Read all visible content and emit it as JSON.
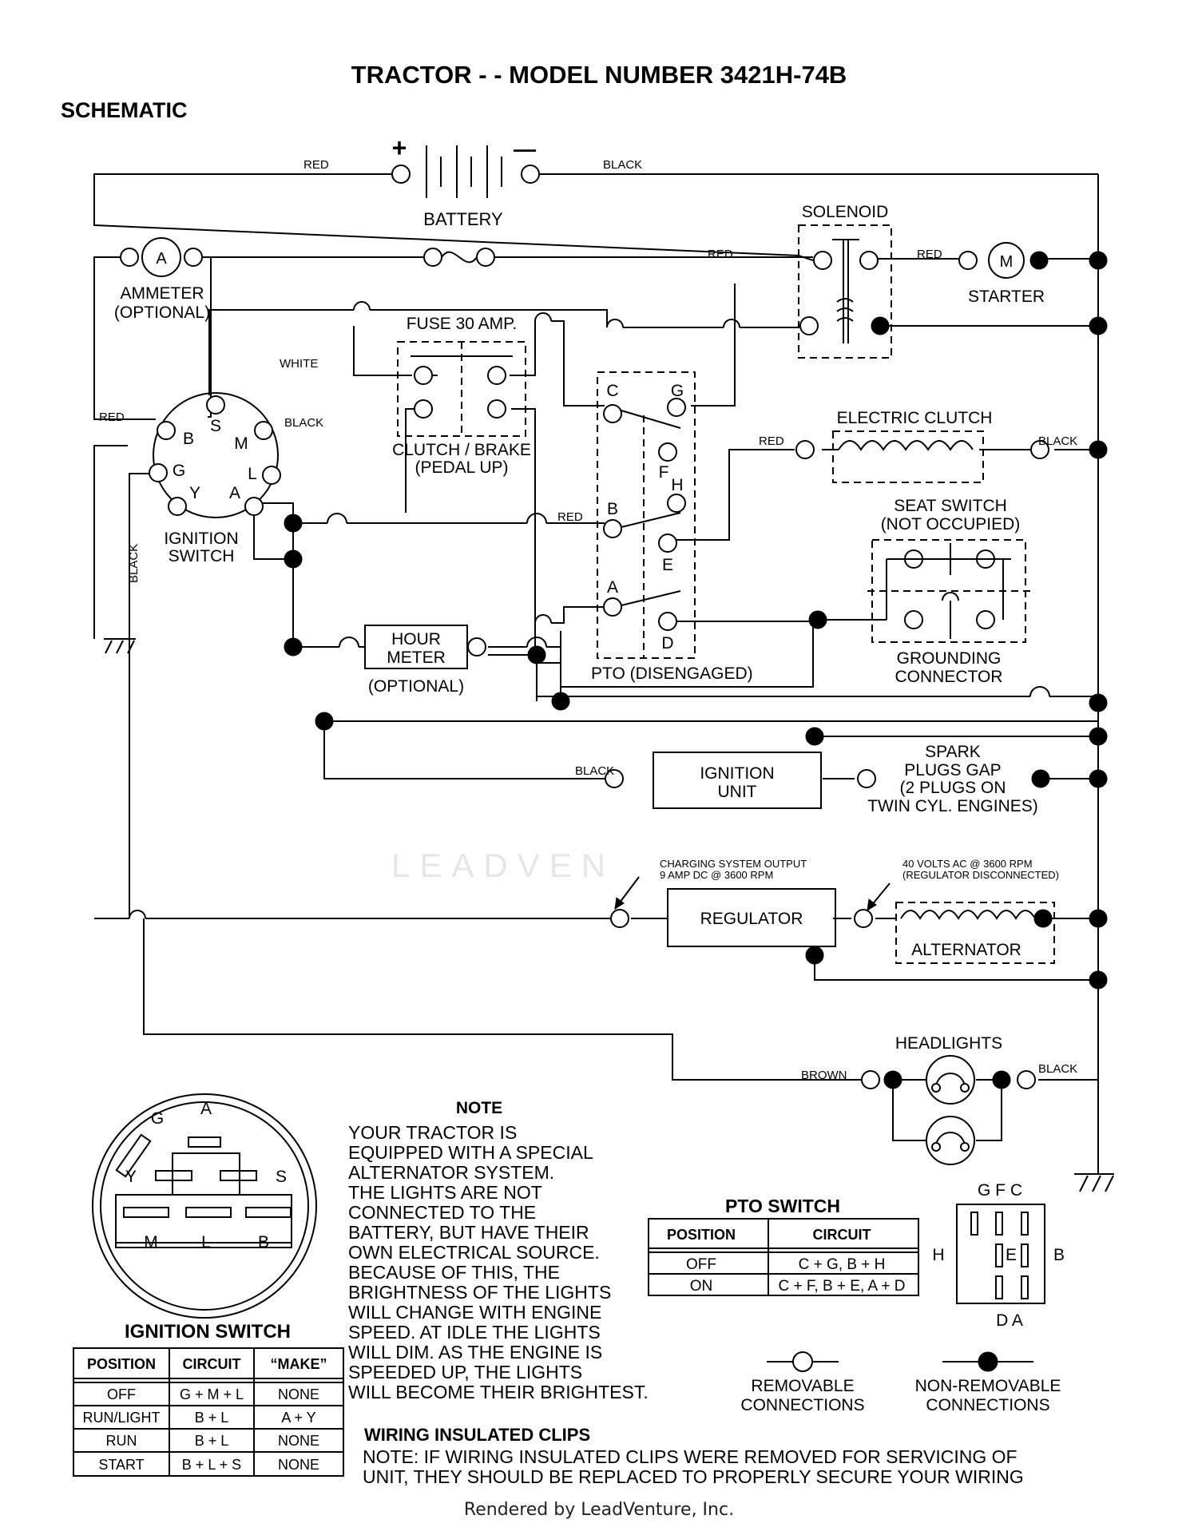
{
  "title": "TRACTOR - - MODEL NUMBER 3421H-74B",
  "subtitle": "SCHEMATIC",
  "watermark": "LEADVEN",
  "footer": "Rendered by LeadVenture, Inc.",
  "battery": {
    "label": "BATTERY",
    "plus": "+",
    "minus": "—"
  },
  "solenoid": "SOLENOID",
  "starter": {
    "label": "STARTER",
    "symbol": "M"
  },
  "ammeter": {
    "label1": "AMMETER",
    "label2": "(OPTIONAL)",
    "symbol": "A"
  },
  "fuse": "FUSE 30 AMP.",
  "clutch_brake": {
    "label1": "CLUTCH / BRAKE",
    "label2": "(PEDAL UP)"
  },
  "electric_clutch": "ELECTRIC CLUTCH",
  "seat_switch": {
    "label1": "SEAT SWITCH",
    "label2": "(NOT OCCUPIED)"
  },
  "grounding": {
    "label1": "GROUNDING",
    "label2": "CONNECTOR"
  },
  "ignition_switch_label": {
    "label1": "IGNITION",
    "label2": "SWITCH"
  },
  "ign_terminals": {
    "B": "B",
    "S": "S",
    "M": "M",
    "G": "G",
    "L": "L",
    "Y": "Y",
    "A": "A"
  },
  "pto_terminals": {
    "C": "C",
    "G": "G",
    "F": "F",
    "H": "H",
    "B": "B",
    "E": "E",
    "A": "A",
    "D": "D"
  },
  "pto_label": "PTO (DISENGAGED)",
  "hour_meter": {
    "label1": "HOUR",
    "label2": "METER",
    "label3": "(OPTIONAL)"
  },
  "ignition_unit": {
    "label1": "IGNITION",
    "label2": "UNIT"
  },
  "spark": {
    "line1": "SPARK",
    "line2": "PLUGS GAP",
    "line3": "(2 PLUGS ON",
    "line4": "TWIN CYL. ENGINES)"
  },
  "regulator": "REGULATOR",
  "alternator": "ALTERNATOR",
  "charging": {
    "line1": "CHARGING SYSTEM OUTPUT",
    "line2": "9 AMP DC @ 3600 RPM"
  },
  "alt_volts": {
    "line1": "40 VOLTS AC @ 3600 RPM",
    "line2": "(REGULATOR DISCONNECTED)"
  },
  "headlights": "HEADLIGHTS",
  "wire_colors": {
    "red": "RED",
    "black": "BLACK",
    "white": "WHITE",
    "brown": "BROWN"
  },
  "note": {
    "heading": "NOTE",
    "lines": [
      "YOUR TRACTOR IS",
      "EQUIPPED WITH A SPECIAL",
      "ALTERNATOR SYSTEM.",
      "THE LIGHTS ARE NOT",
      "CONNECTED TO THE",
      "BATTERY, BUT HAVE THEIR",
      "OWN ELECTRICAL SOURCE.",
      "BECAUSE OF THIS, THE",
      "BRIGHTNESS OF THE LIGHTS",
      "WILL CHANGE WITH ENGINE",
      "SPEED.  AT IDLE THE LIGHTS",
      "WILL DIM.  AS THE ENGINE IS",
      "SPEEDED UP, THE LIGHTS",
      "WILL BECOME THEIR BRIGHTEST."
    ]
  },
  "pto_switch_table": {
    "title": "PTO SWITCH",
    "headers": [
      "POSITION",
      "CIRCUIT"
    ],
    "rows": [
      [
        "OFF",
        "C + G, B + H"
      ],
      [
        "ON",
        "C + F, B + E, A + D"
      ]
    ]
  },
  "pto_face": {
    "top": "G  F  C",
    "left": "H",
    "right": "B",
    "center": "E",
    "bottom": "D  A"
  },
  "ignition_table": {
    "title": "IGNITION SWITCH",
    "headers": [
      "POSITION",
      "CIRCUIT",
      "“MAKE”"
    ],
    "rows": [
      [
        "OFF",
        "G + M + L",
        "NONE"
      ],
      [
        "RUN/LIGHT",
        "B + L",
        "A + Y"
      ],
      [
        "RUN",
        "B + L",
        "NONE"
      ],
      [
        "START",
        "B + L + S",
        "NONE"
      ]
    ]
  },
  "ign_face": {
    "G": "G",
    "A": "A",
    "Y": "Y",
    "S": "S",
    "M": "M",
    "L": "L",
    "B": "B"
  },
  "legend": {
    "removable1": "REMOVABLE",
    "removable2": "CONNECTIONS",
    "nonremovable1": "NON-REMOVABLE",
    "nonremovable2": "CONNECTIONS"
  },
  "clips": {
    "heading": "WIRING INSULATED CLIPS",
    "line1": "NOTE: IF WIRING INSULATED CLIPS WERE REMOVED FOR SERVICING OF",
    "line2": "UNIT, THEY SHOULD BE REPLACED TO PROPERLY SECURE YOUR WIRING"
  }
}
